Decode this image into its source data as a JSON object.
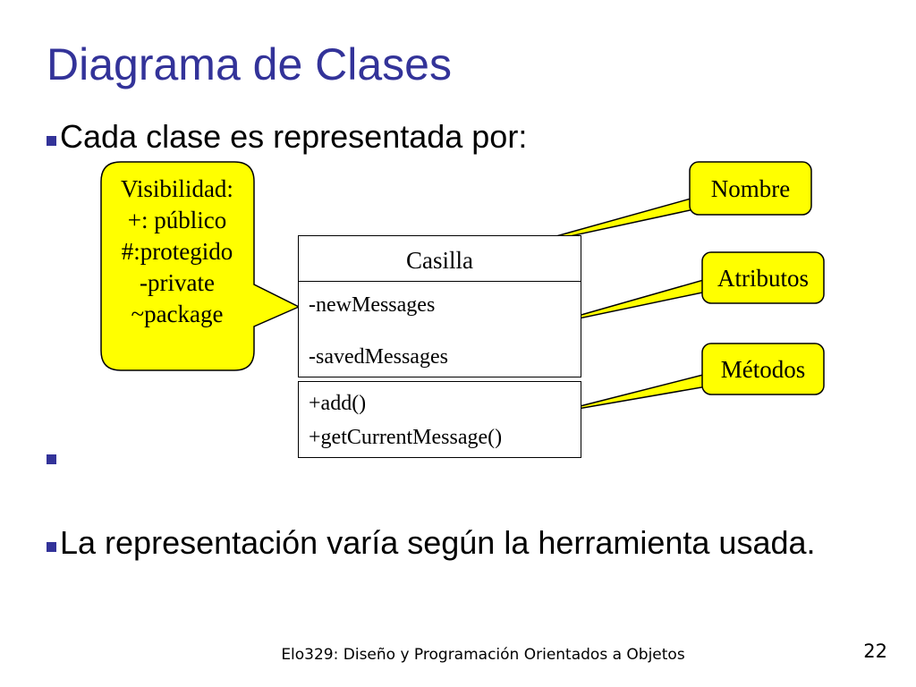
{
  "slide": {
    "title": "Diagrama de Clases",
    "bullets": [
      "Cada clase es representada por:",
      "",
      "La representación varía según la herramienta usada."
    ],
    "accent_color": "#333399"
  },
  "uml_class": {
    "name": "Casilla",
    "attributes": [
      "-newMessages",
      "-savedMessages"
    ],
    "methods": [
      "+add()",
      "+getCurrentMessage()"
    ]
  },
  "visibility_note": {
    "lines": [
      "Visibilidad:",
      "+: público",
      "#:protegido",
      "-private",
      "~package"
    ],
    "fill_color": "#ffff00"
  },
  "callouts": {
    "name": "Nombre",
    "attributes": "Atributos",
    "methods": "Métodos",
    "fill_color": "#ffff00"
  },
  "footer": {
    "text": "Elo329: Diseño y Programación Orientados a Objetos",
    "page_number": "22"
  }
}
